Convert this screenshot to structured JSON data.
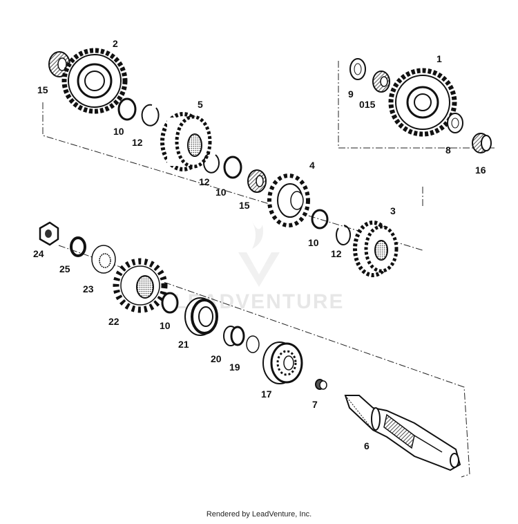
{
  "labels": {
    "p1": "1",
    "p2": "2",
    "p3": "3",
    "p4": "4",
    "p5": "5",
    "p6": "6",
    "p7": "7",
    "p8": "8",
    "p9": "9",
    "p10a": "10",
    "p10b": "10",
    "p10c": "10",
    "p10d": "10",
    "p12a": "12",
    "p12b": "12",
    "p12c": "12",
    "p15a": "15",
    "p15b": "15",
    "p015": "015",
    "p16": "16",
    "p17": "17",
    "p19": "19",
    "p20": "20",
    "p21": "21",
    "p22": "22",
    "p23": "23",
    "p24": "24",
    "p25": "25"
  },
  "watermark": "LEADVENTURE",
  "credit": "Rendered by LeadVenture, Inc."
}
